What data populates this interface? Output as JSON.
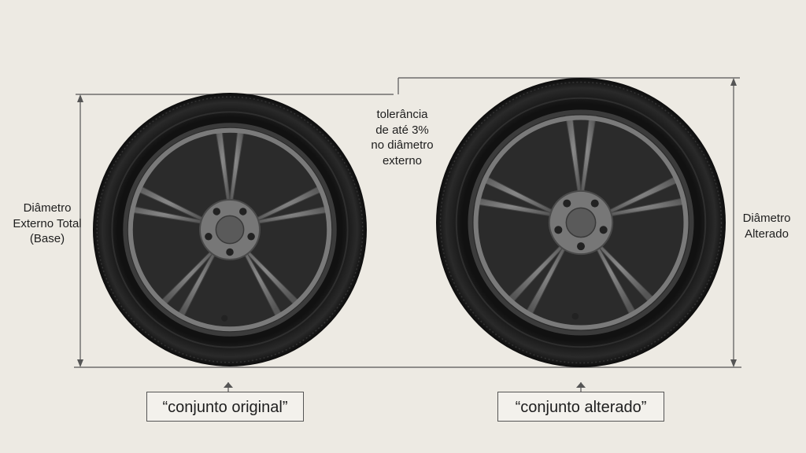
{
  "labels": {
    "base_diameter": "Diâmetro Externo Total (Base)",
    "altered_diameter": "Diâmetro Alterado",
    "tolerance": [
      "tolerância",
      "de até 3%",
      "no diâmetro",
      "externo"
    ]
  },
  "captions": {
    "original": "“conjunto original”",
    "altered": "“conjunto alterado”"
  },
  "colors": {
    "background": "#edeae3",
    "tire": "#1b1b1b",
    "rim": "#6e6e6e",
    "line": "#555555"
  },
  "icons": {
    "wheel": "alloy-wheel-tire-icon"
  }
}
